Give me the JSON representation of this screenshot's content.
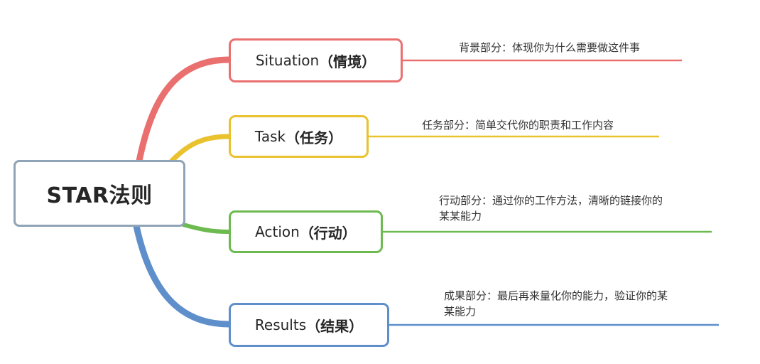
{
  "root": {
    "label": "STAR法则",
    "color": "#8fa4b6"
  },
  "branches": [
    {
      "key": "situation",
      "en": "Situation",
      "cn": "（情境）",
      "color": "#ea6f6f",
      "desc_lines": [
        "背景部分：体现你为什么需要做这件事"
      ]
    },
    {
      "key": "task",
      "en": "Task",
      "cn": "（任务）",
      "color": "#e9c22e",
      "desc_lines": [
        "任务部分：简单交代你的职责和工作内容"
      ]
    },
    {
      "key": "action",
      "en": "Action",
      "cn": "（行动）",
      "color": "#6cba50",
      "desc_lines": [
        "行动部分：通过你的工作方法，清晰的链接你的",
        "某某能力"
      ]
    },
    {
      "key": "results",
      "en": "Results",
      "cn": "（结果）",
      "color": "#5f8fcb",
      "desc_lines": [
        "成果部分：最后再来量化你的能力，验证你的某",
        "某能力"
      ]
    }
  ]
}
